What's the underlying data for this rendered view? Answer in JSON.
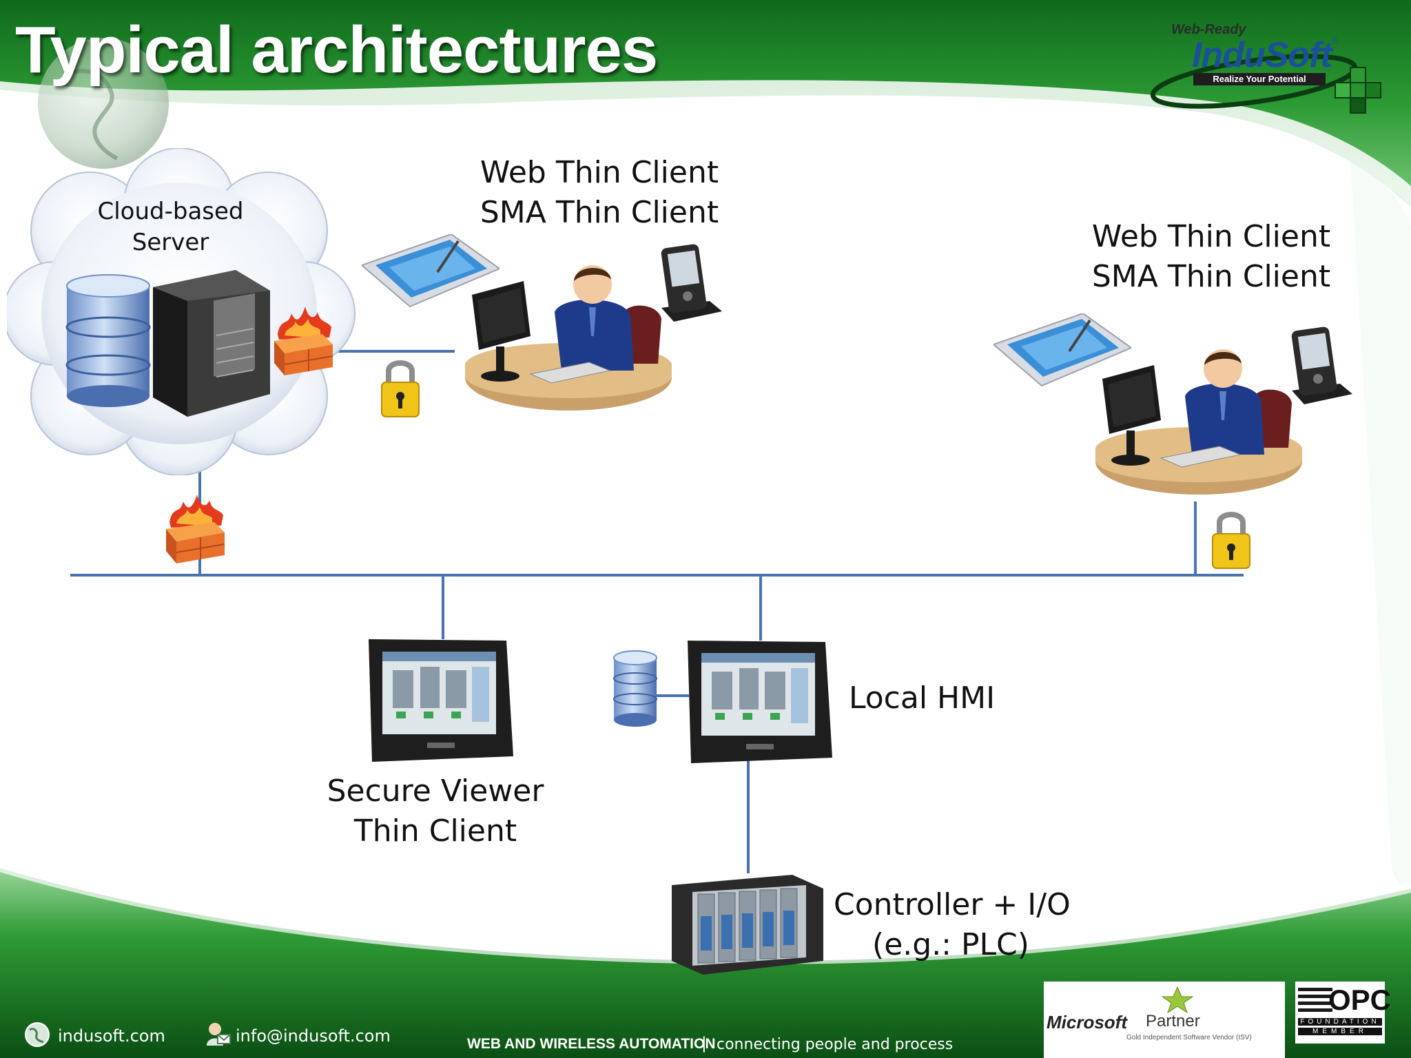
{
  "slide": {
    "title": "Typical architectures"
  },
  "logo": {
    "tagline": "Web-Ready",
    "brand": "InduSoft",
    "registered": "®",
    "slogan": "Realize Your Potential"
  },
  "diagram": {
    "cloud_label_line1": "Cloud-based",
    "cloud_label_line2": "Server",
    "client_top_line1": "Web Thin Client",
    "client_top_line2": "SMA Thin Client",
    "client_right_line1": "Web Thin Client",
    "client_right_line2": "SMA Thin Client",
    "viewer_line1": "Secure Viewer",
    "viewer_line2": "Thin Client",
    "local_hmi": "Local HMI",
    "controller_line1": "Controller + I/O",
    "controller_line2": "(e.g.: PLC)"
  },
  "footer": {
    "website": "indusoft.com",
    "email": "info@indusoft.com",
    "slogan_main": "WEB AND WIRELESS AUTOMATION",
    "separator": "|",
    "slogan_sub": "connecting people and process",
    "ms_partner_brand": "Microsoft",
    "ms_partner_word": "Partner",
    "ms_partner_sub": "Gold Independent Software Vendor (ISV)",
    "opc_logo": "OPC",
    "opc_sub": "FOUNDATION",
    "opc_member": "MEMBER"
  },
  "colors": {
    "banner_green": "#1f8a2a",
    "banner_dark": "#0d5a17",
    "network_line": "#4a72b0"
  }
}
